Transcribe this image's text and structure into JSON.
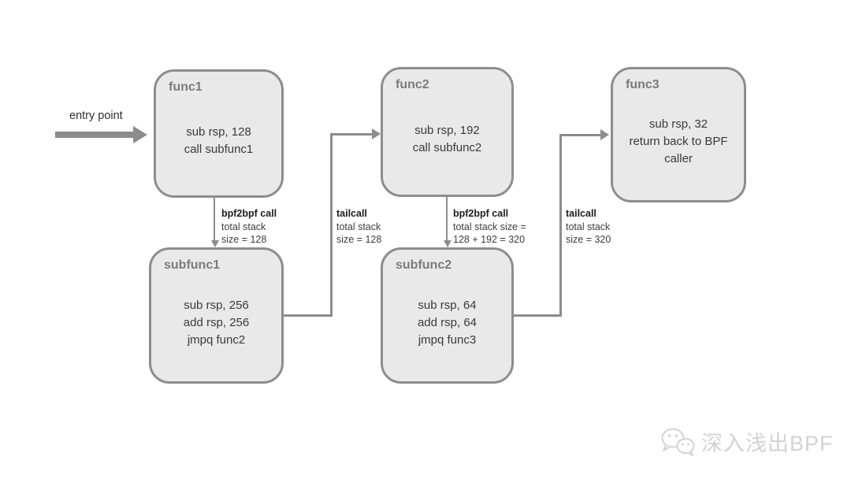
{
  "entry": {
    "label": "entry point"
  },
  "boxes": {
    "func1": {
      "title": "func1",
      "line1": "sub rsp, 128",
      "line2": "call subfunc1"
    },
    "func2": {
      "title": "func2",
      "line1": "sub rsp, 192",
      "line2": "call subfunc2"
    },
    "func3": {
      "title": "func3",
      "line1": "sub rsp, 32",
      "line2": "return back to BPF caller"
    },
    "subfunc1": {
      "title": "subfunc1",
      "line1": "sub rsp, 256",
      "line2": "add rsp, 256",
      "line3": "jmpq func2"
    },
    "subfunc2": {
      "title": "subfunc2",
      "line1": "sub rsp, 64",
      "line2": "add rsp, 64",
      "line3": "jmpq func3"
    }
  },
  "edge_labels": {
    "bpf2bpf_1": {
      "title": "bpf2bpf call",
      "line1": "total stack",
      "line2": "size = 128"
    },
    "tailcall_1": {
      "title": "tailcall",
      "line1": "total stack",
      "line2": "size = 128"
    },
    "bpf2bpf_2": {
      "title": "bpf2bpf call",
      "line1": "total stack size =",
      "line2": "128 + 192 = 320"
    },
    "tailcall_2": {
      "title": "tailcall",
      "line1": "total stack",
      "line2": "size = 320"
    }
  },
  "watermark": {
    "text": "深入浅出BPF",
    "icon": "wechat-icon"
  },
  "colors": {
    "box_fill": "#e9e9e9",
    "box_border": "#8d8d8d",
    "box_title": "#7b7b7b",
    "body_text": "#3a3a3a",
    "arrow": "#8c8c8c",
    "label_text": "#3d3d3d",
    "watermark": "#d2d2d2"
  }
}
